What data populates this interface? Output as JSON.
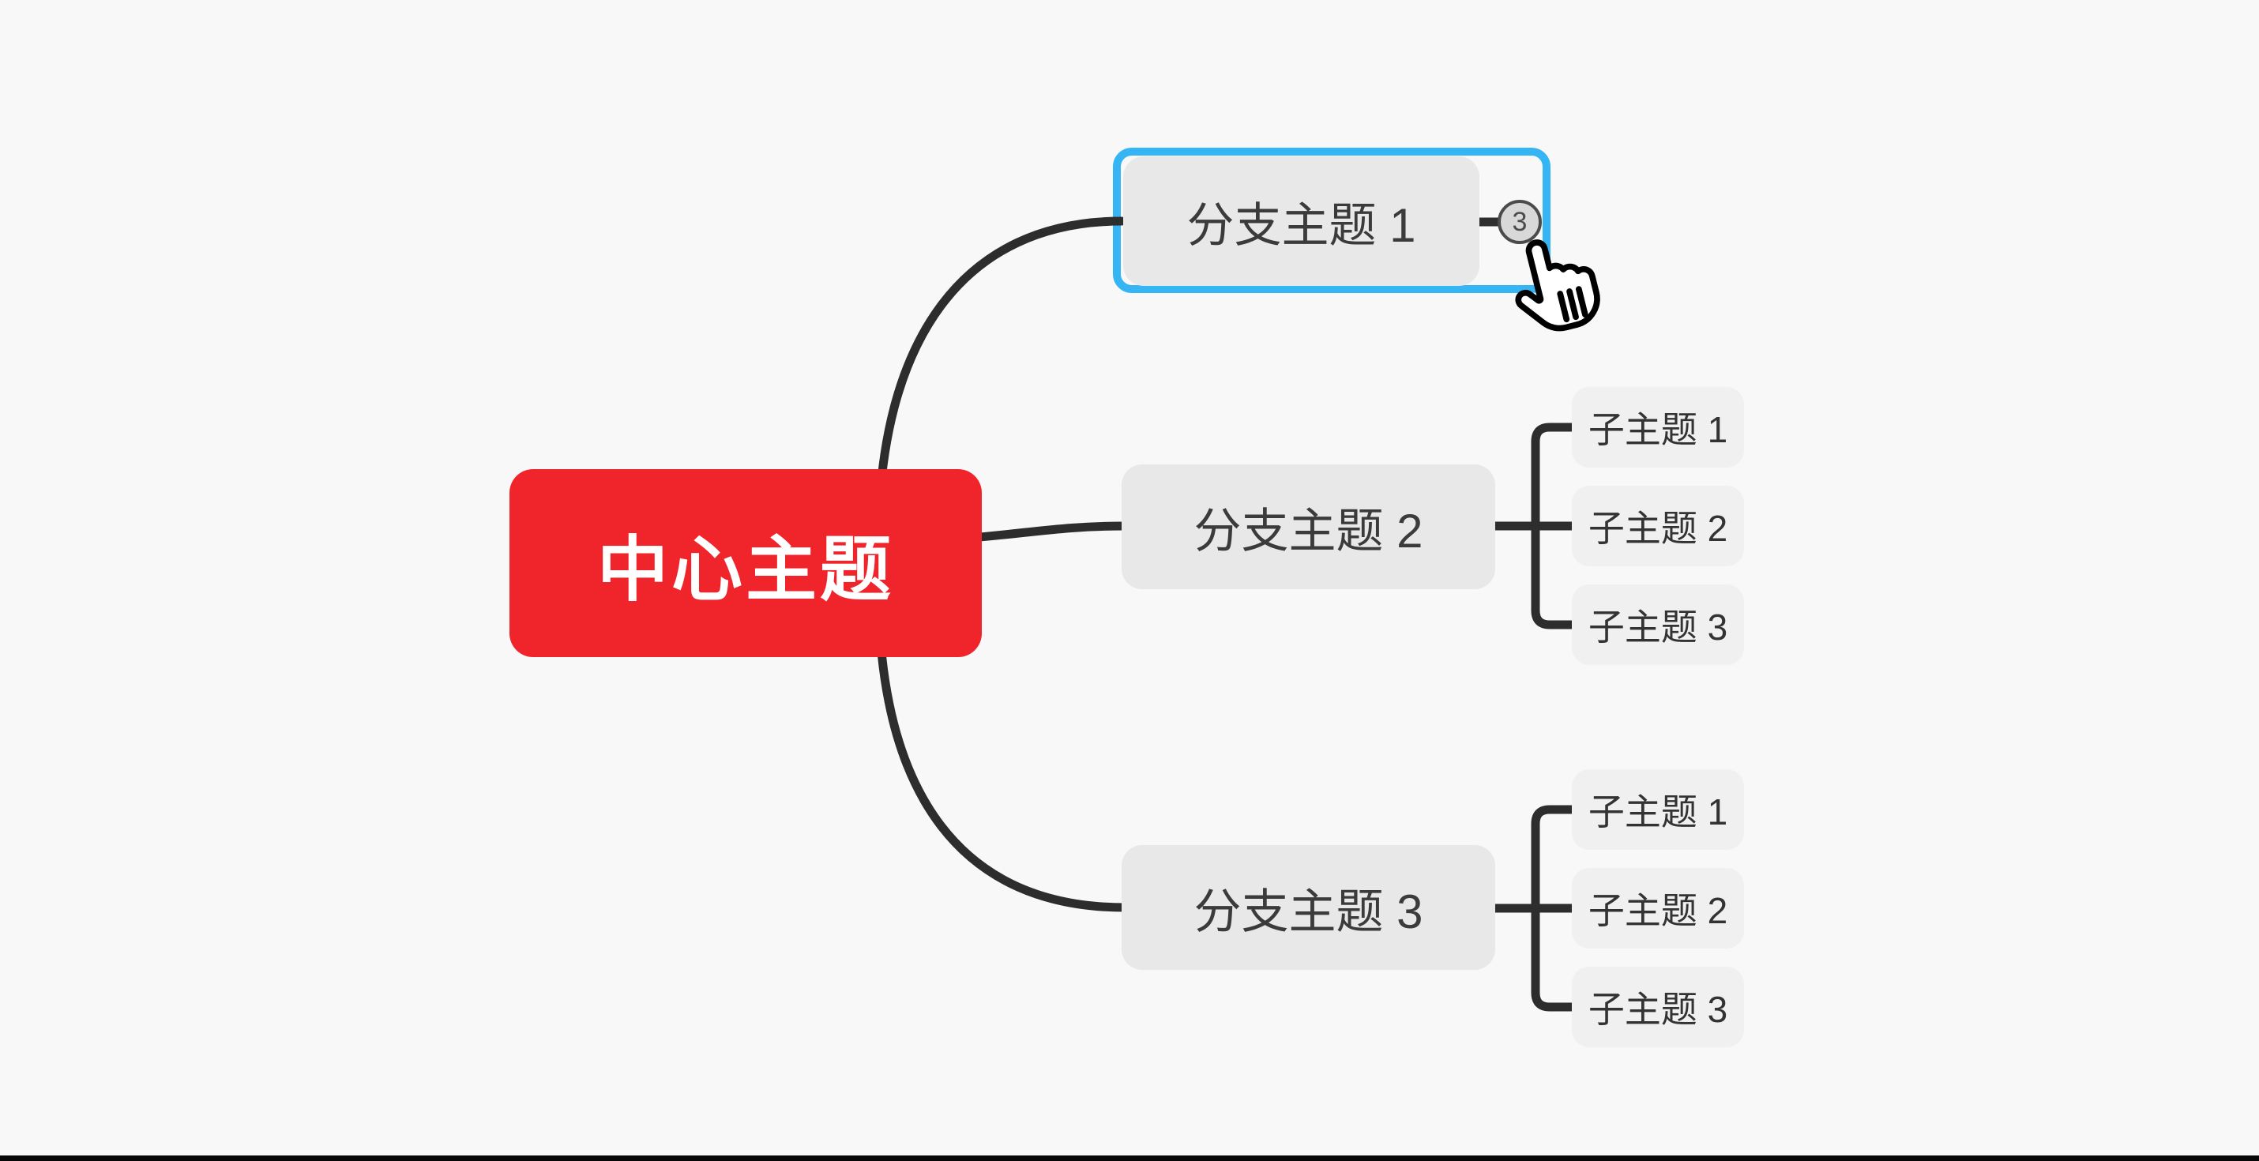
{
  "canvas": {
    "background_color": "#f8f8f8",
    "bottom_bar_color": "#070707"
  },
  "colors": {
    "central_fill": "#f0252c",
    "central_text": "#ffffff",
    "branch_fill": "#e8e8e8",
    "branch_text": "#3b3b3b",
    "subtopic_fill": "#f0f0f0",
    "subtopic_text": "#333333",
    "connector": "#2d2d2d",
    "selection_border": "#35b5f4",
    "badge_fill": "#d8d8d8",
    "badge_border": "#4b4b4b",
    "cursor_fill": "#ffffff",
    "cursor_outline": "#000000"
  },
  "central_topic": {
    "label": "中心主题"
  },
  "branches": [
    {
      "label": "分支主题 1",
      "selected": true,
      "collapsed": true,
      "badge_count": "3",
      "children": []
    },
    {
      "label": "分支主题 2",
      "selected": false,
      "collapsed": false,
      "children": [
        {
          "label": "子主题 1"
        },
        {
          "label": "子主题 2"
        },
        {
          "label": "子主题 3"
        }
      ]
    },
    {
      "label": "分支主题 3",
      "selected": false,
      "collapsed": false,
      "children": [
        {
          "label": "子主题 1"
        },
        {
          "label": "子主题 2"
        },
        {
          "label": "子主题 3"
        }
      ]
    }
  ],
  "cursor": {
    "icon": "hand-pointer-icon"
  }
}
